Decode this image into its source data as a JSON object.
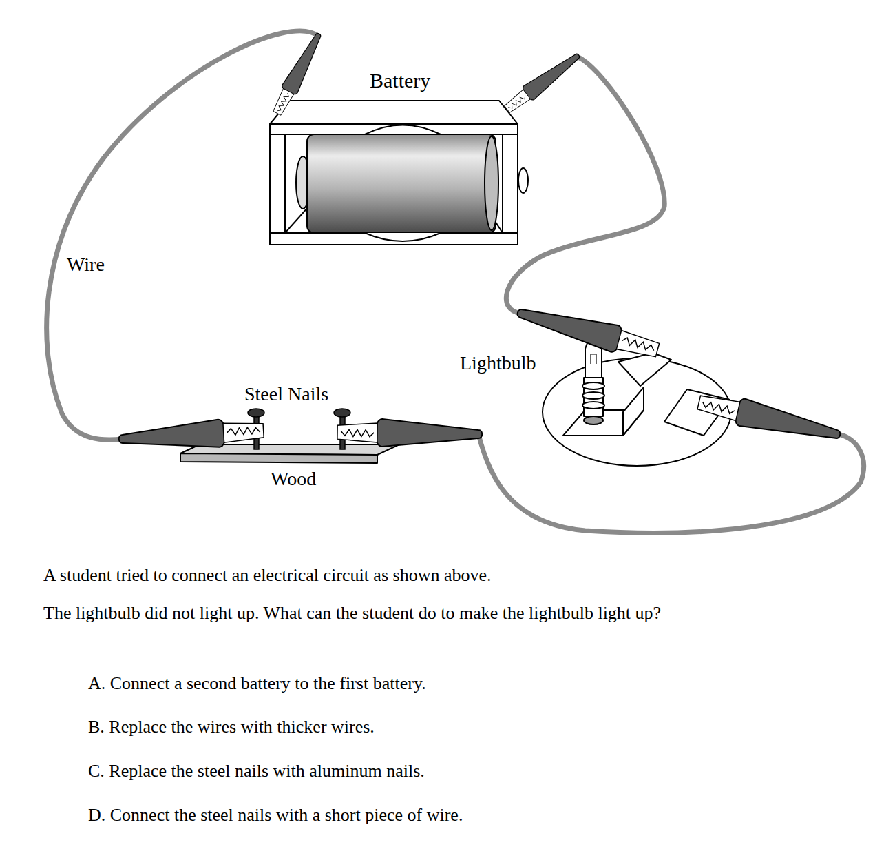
{
  "diagram": {
    "labels": [
      "Battery",
      "Wire",
      "Steel Nails",
      "Lightbulb",
      "Wood",
      "A student tried to connect an electrical circuit as shown above.",
      "The lightbulb did not light up. What can the student do to make the lightbulb light up?",
      "A. Connect a second battery to the first battery.",
      "B. Replace the wires with thicker wires.",
      "C. Replace the steel nails with aluminum nails.",
      "D. Connect the steel nails with a short piece of wire."
    ]
  }
}
